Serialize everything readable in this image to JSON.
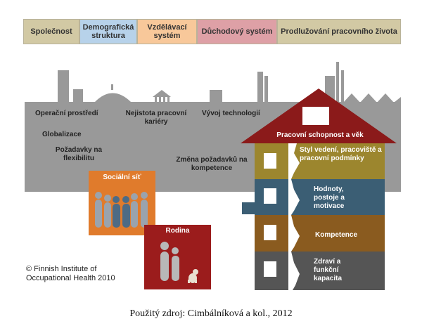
{
  "header": [
    {
      "label": "Společnost",
      "color": "#d2c9a4"
    },
    {
      "label": "Demografická struktura",
      "color": "#b7d2ea"
    },
    {
      "label": "Vzdělávací systém",
      "color": "#f8c89a"
    },
    {
      "label": "Důchodový systém",
      "color": "#dea0a6"
    },
    {
      "label": "Prodlužování pracovního života",
      "color": "#d2c9a4"
    }
  ],
  "society_labels": {
    "operacni": "Operační prostředí",
    "nejistota": "Nejistota pracovní kariéry",
    "vyvoj": "Vývoj technologií",
    "globalizace": "Globalizace",
    "flexibilita": "Požadavky na flexibilitu",
    "zmena": "Změna požadavků na kompetence"
  },
  "social": {
    "label": "Sociální síť",
    "color": "#e07b2c"
  },
  "family": {
    "label": "Rodina",
    "color": "#9b1c1c"
  },
  "house": {
    "roof_label": "Pracovní schopnost a věk",
    "roof_color": "#8b1a1a",
    "floors": [
      {
        "label": "Styl vedení, pracoviště a pracovní podmínky",
        "color": "#9c862e"
      },
      {
        "label": "Hodnoty, postoje a motivace",
        "color": "#3b5e74"
      },
      {
        "label": "Kompetence",
        "color": "#8a5b1f"
      },
      {
        "label": "Zdraví a funkční kapacita",
        "color": "#555555"
      }
    ]
  },
  "copyright": "© Finnish Institute of Occupational Health 2010",
  "caption": "Použitý zdroj: Cimbálníková a kol., 2012"
}
